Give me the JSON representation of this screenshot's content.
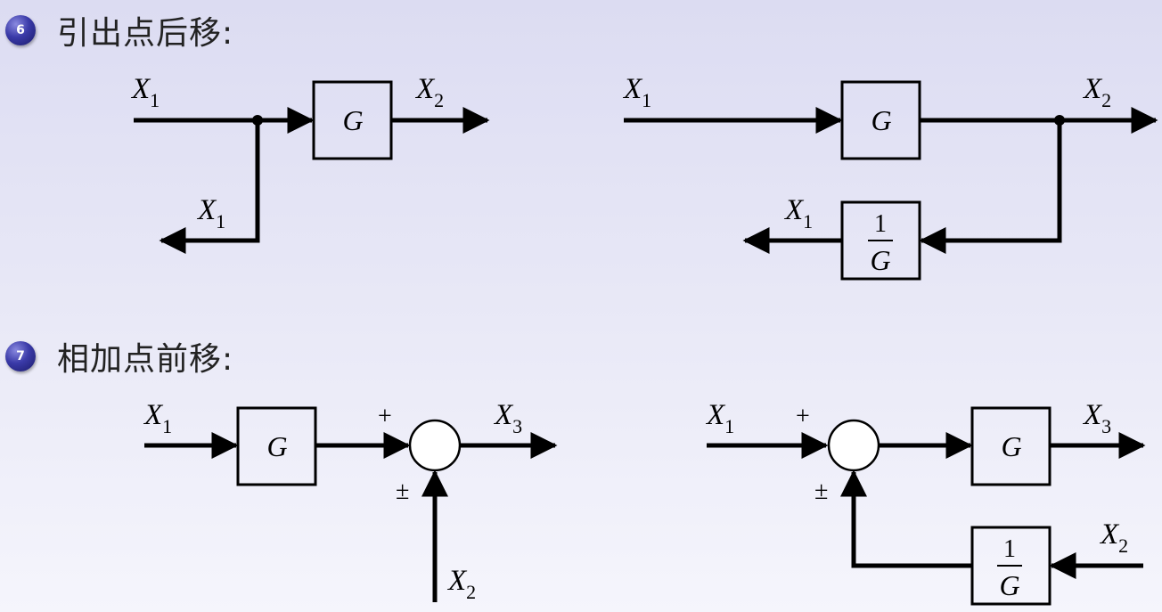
{
  "sections": [
    {
      "number": "6",
      "title": "引出点后移:"
    },
    {
      "number": "7",
      "title": "相加点前移:"
    }
  ],
  "signals": {
    "x1": "X",
    "x2": "X",
    "x3": "X",
    "sub1": "1",
    "sub2": "2",
    "sub3": "3"
  },
  "blocks": {
    "g": "G",
    "inv_num": "1",
    "inv_den": "G"
  },
  "signs": {
    "plus": "+",
    "plus_minus": "±"
  }
}
